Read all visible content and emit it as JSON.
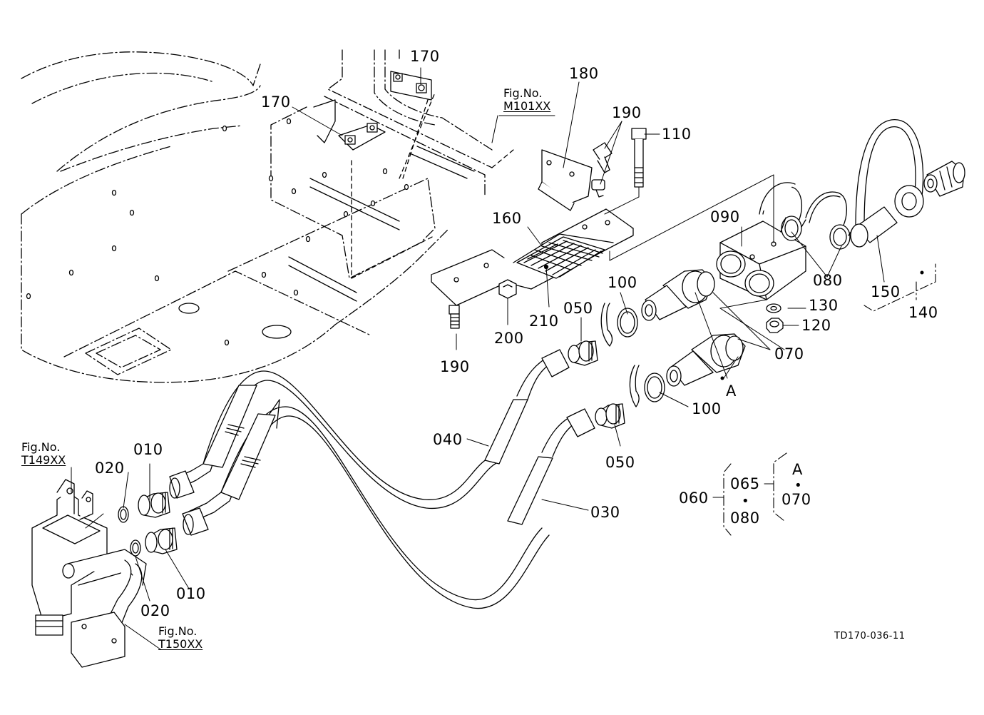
{
  "part_labels": {
    "p010_top": "010",
    "p010_bottom": "010",
    "p020_top": "020",
    "p020_bottom": "020",
    "p030": "030",
    "p040": "040",
    "p050_top": "050",
    "p050_bottom": "050",
    "p070": "070",
    "p080": "080",
    "p090": "090",
    "p100_top": "100",
    "p100_bottom": "100",
    "p110": "110",
    "p120": "120",
    "p130": "130",
    "p140": "140",
    "p150": "150",
    "p160": "160",
    "p170_top": "170",
    "p170_left": "170",
    "p180": "180",
    "p190_top": "190",
    "p190_bottom": "190",
    "p200": "200",
    "p210": "210",
    "marker_a": "A"
  },
  "fig_refs": {
    "m101": {
      "line1": "Fig.No.",
      "line2": "M101XX"
    },
    "t149": {
      "line1": "Fig.No.",
      "line2": "T149XX"
    },
    "t150": {
      "line1": "Fig.No.",
      "line2": "T150XX"
    }
  },
  "assembly_key": {
    "parent": "060",
    "child_a": "065",
    "child_b": "080",
    "group_label": "A",
    "group_item": "070",
    "separator": "•"
  },
  "drawing_code": "TD170-036-11"
}
